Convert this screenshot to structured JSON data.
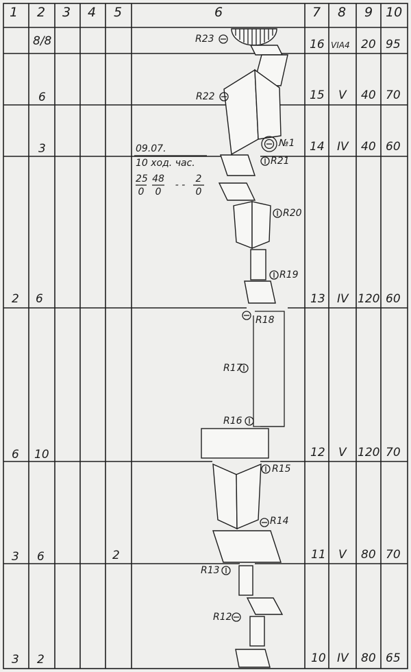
{
  "header": [
    "1",
    "2",
    "3",
    "4",
    "5",
    "6",
    "7",
    "8",
    "9",
    "10"
  ],
  "rows": [
    {
      "c2": "8/8",
      "c7": "16",
      "c8": "VIA4",
      "c9": "20",
      "c10": "95"
    },
    {
      "c2": "6",
      "c7": "15",
      "c8": "V",
      "c9": "40",
      "c10": "70"
    },
    {
      "c2": "3",
      "c7": "14",
      "c8": "IV",
      "c9": "40",
      "c10": "60"
    },
    {
      "c1": "2",
      "c2": "6",
      "c7": "13",
      "c8": "IV",
      "c9": "120",
      "c10": "60"
    },
    {
      "c1": "6",
      "c2": "10",
      "c7": "12",
      "c8": "V",
      "c9": "120",
      "c10": "70"
    },
    {
      "c1": "3",
      "c2": "6",
      "c5": "2",
      "c7": "11",
      "c8": "V",
      "c9": "80",
      "c10": "70"
    },
    {
      "c1": "3",
      "c2": "2",
      "c7": "10",
      "c8": "IV",
      "c9": "80",
      "c10": "65"
    }
  ],
  "notes": {
    "date": "09.07.",
    "hours": "10 ход. час.",
    "fractions": [
      {
        "num": "25",
        "den": "0"
      },
      {
        "num": "48",
        "den": "0"
      },
      {
        "sep": "- -"
      },
      {
        "num": "2",
        "den": "0"
      }
    ]
  },
  "labels": {
    "r23": "R23",
    "r22": "R22",
    "r21": "R21",
    "r20": "R20",
    "r19": "R19",
    "r18": "R18",
    "r17": "R17",
    "r16": "R16",
    "r15": "R15",
    "r14": "R14",
    "r13": "R13",
    "r12": "R12",
    "no1": "№1"
  }
}
